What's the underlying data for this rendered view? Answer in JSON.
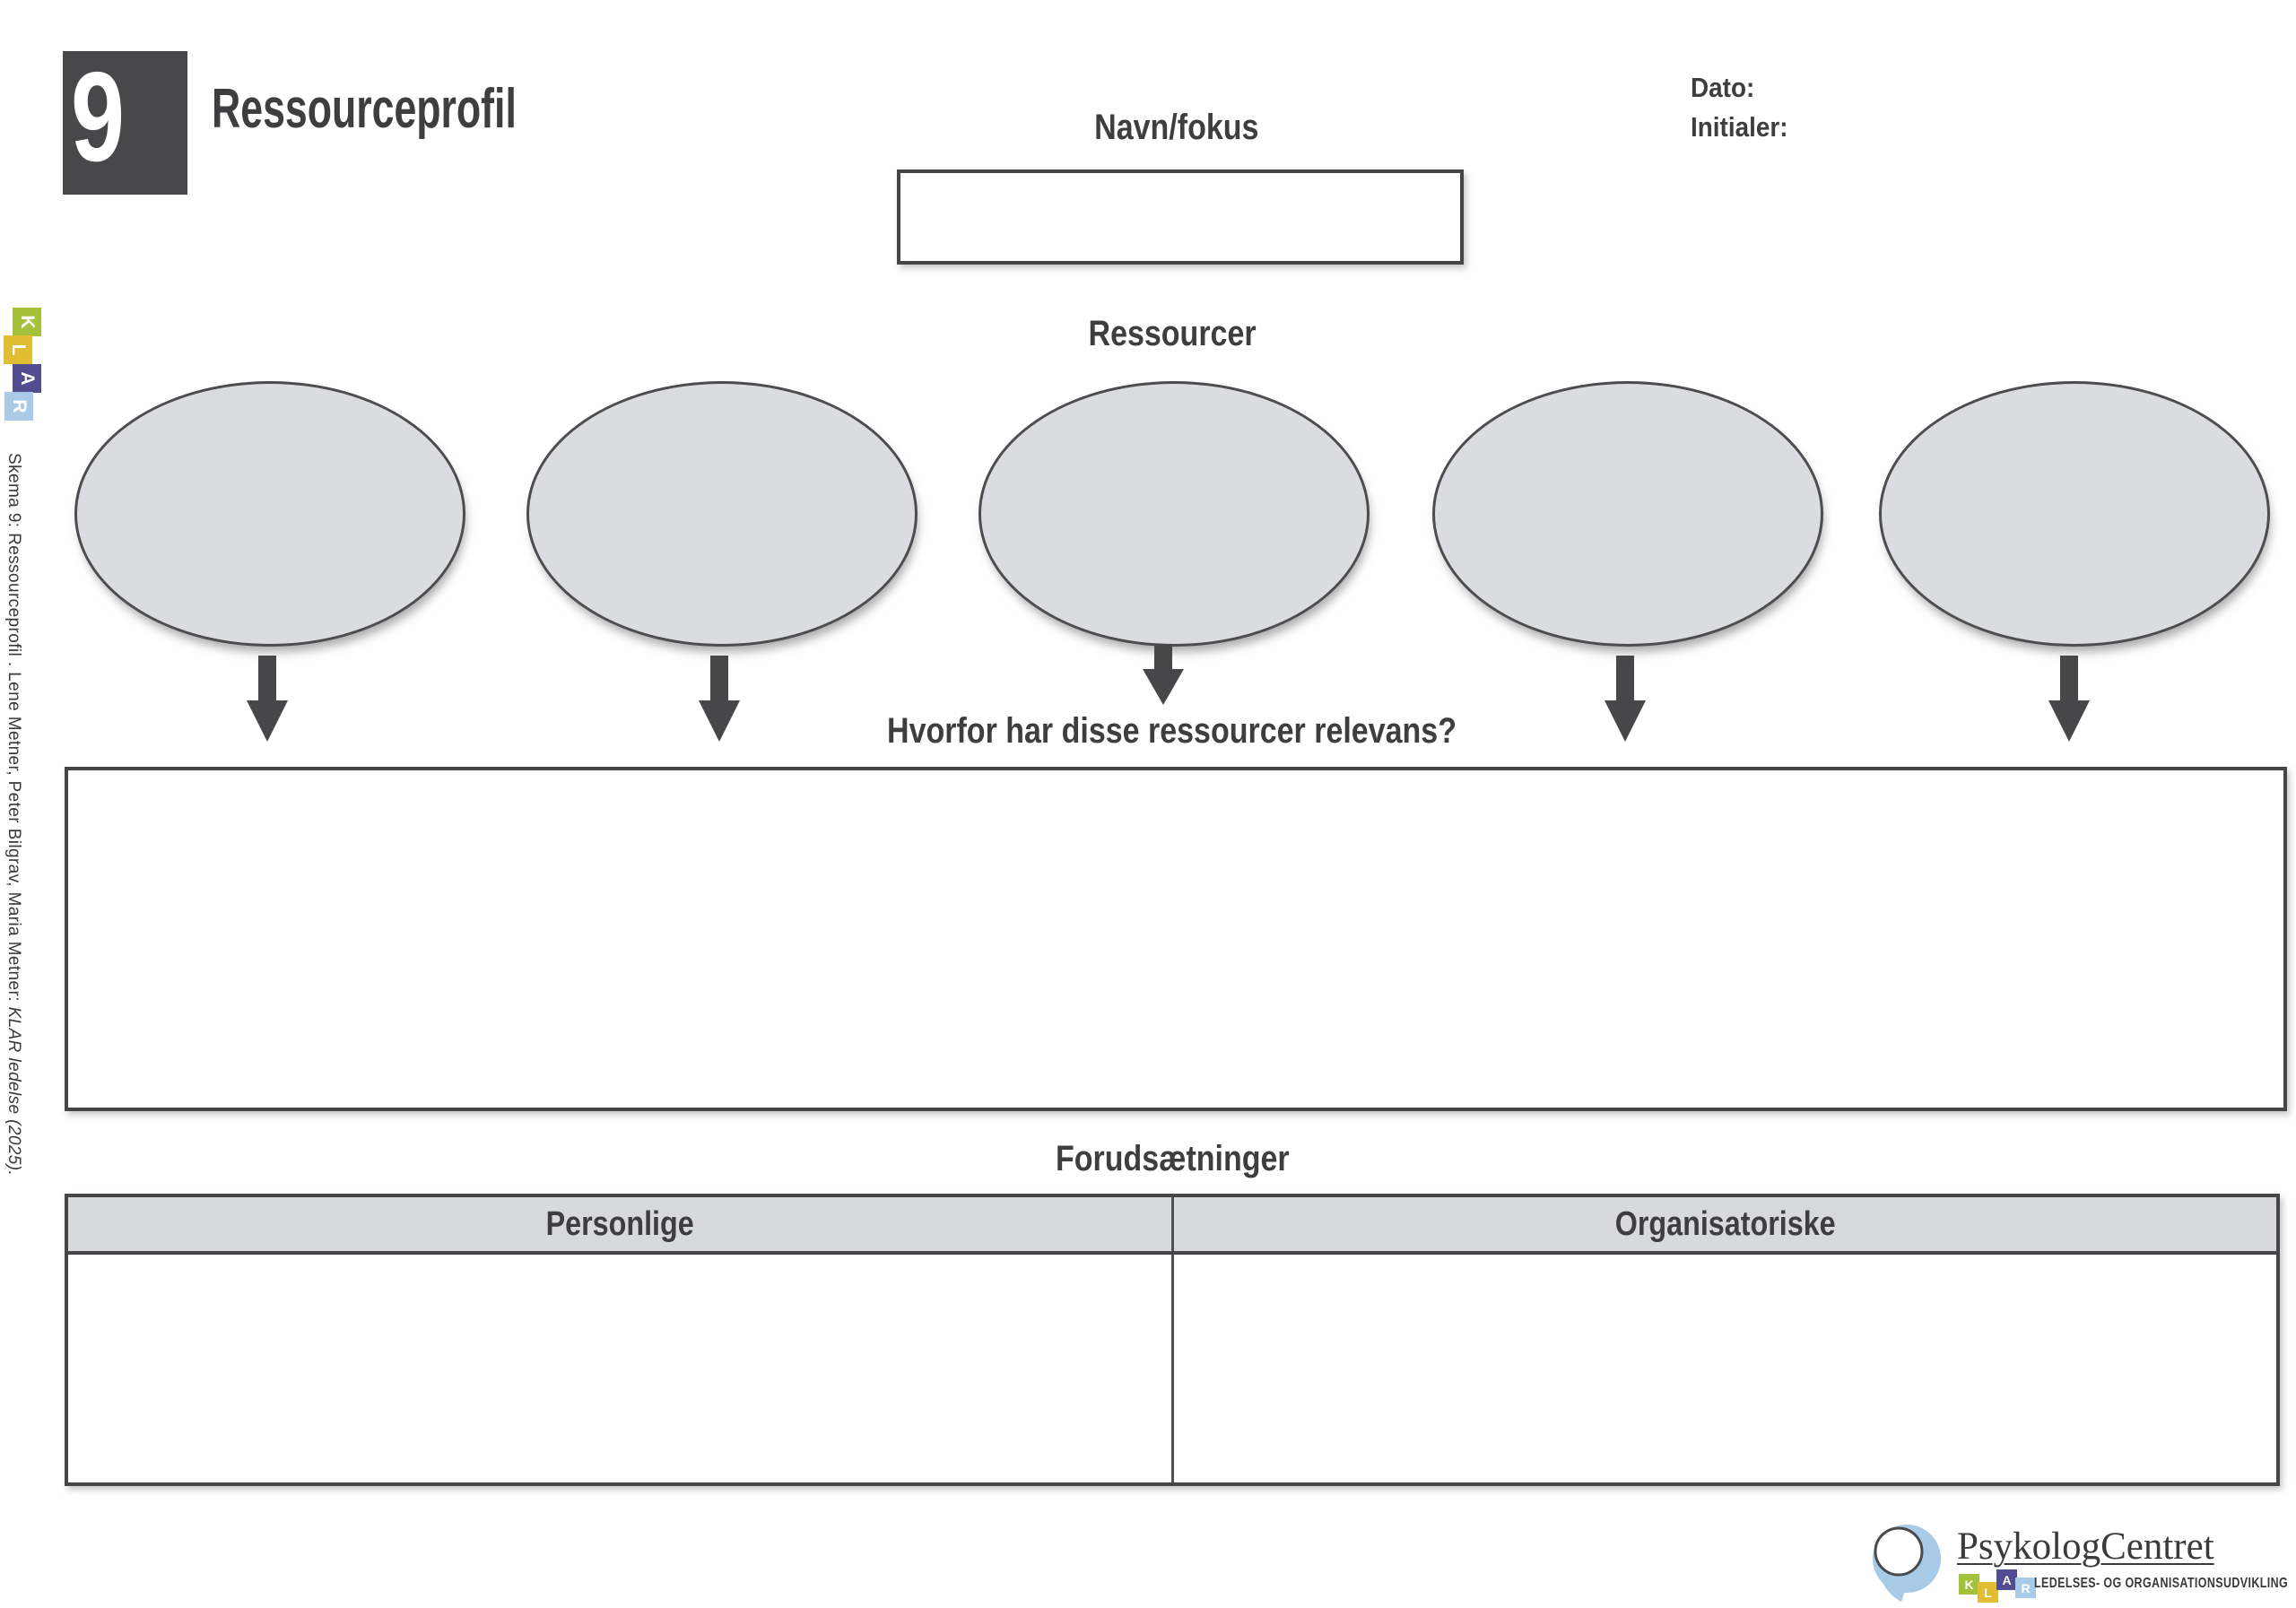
{
  "header": {
    "number": "9",
    "title": "Ressourceprofil",
    "date_label": "Dato:",
    "initials_label": "Initialer:"
  },
  "name_focus": {
    "label": "Navn/fokus",
    "value": ""
  },
  "resources": {
    "heading": "Ressourcer"
  },
  "relevance": {
    "heading": "Hvorfor har disse ressourcer relevans?",
    "value": ""
  },
  "prerequisites": {
    "heading": "Forudsætninger",
    "columns": [
      {
        "header": "Personlige",
        "value": ""
      },
      {
        "header": "Organisatoriske",
        "value": ""
      }
    ]
  },
  "sidebar": {
    "attribution": "Skema 9: Ressourceprofil . Lene Metner, Peter Bilgrav, Maria Metner: ",
    "attribution_italic": "KLAR ledelse (2025)."
  },
  "klar_logo": {
    "letters": [
      "K",
      "L",
      "A",
      "R"
    ]
  },
  "footer": {
    "brand": "PsykologCentret",
    "tagline": "LEDELSES- OG ORGANISATIONSUDVIKLING"
  },
  "colors": {
    "ink": "#3e3e40",
    "panel_dark": "#48484a",
    "ellipse_fill": "#dbdcdf",
    "ellipse_border": "#4d4d4f",
    "table_header_fill": "#d8d9dc",
    "klar_green": "#a4c13c",
    "klar_yellow": "#e0bd33",
    "klar_purple": "#504e90",
    "klar_blue": "#a9cbe7",
    "brand_blue": "#a7cbe6"
  }
}
